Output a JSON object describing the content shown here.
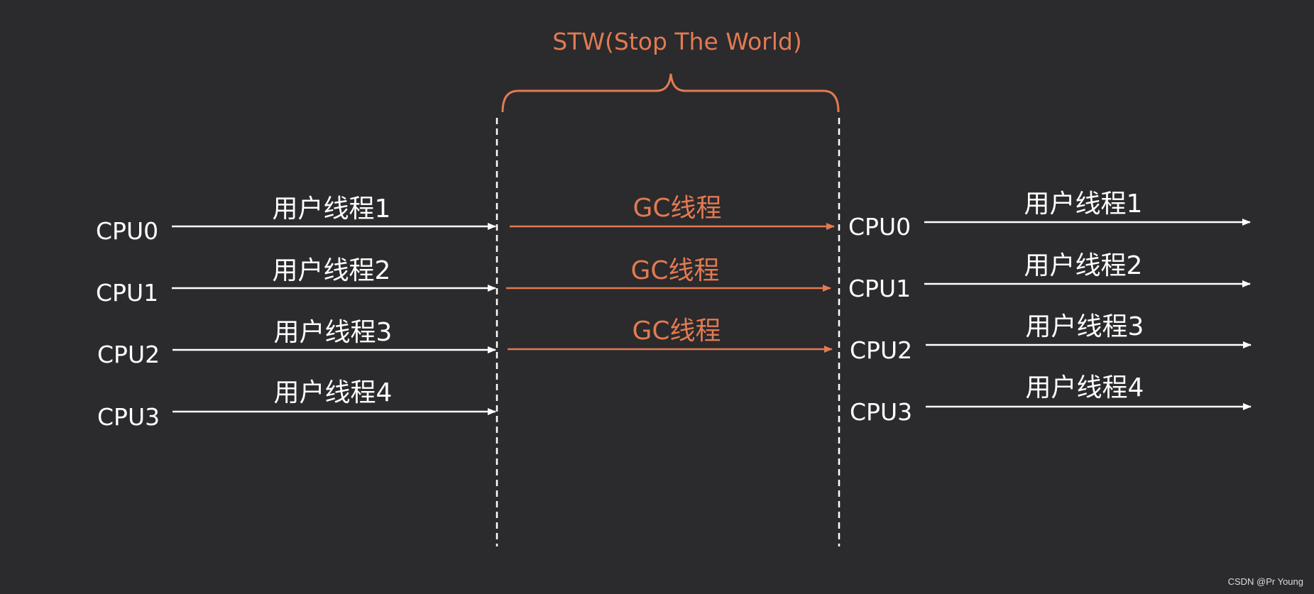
{
  "colors": {
    "background": "#2b2a2c",
    "user_thread": "#ffffff",
    "gc_thread": "#e27a52"
  },
  "stw": {
    "label": "STW(Stop The World)"
  },
  "left_rows": [
    {
      "cpu": "CPU0",
      "thread": "用户线程1"
    },
    {
      "cpu": "CPU1",
      "thread": "用户线程2"
    },
    {
      "cpu": "CPU2",
      "thread": "用户线程3"
    },
    {
      "cpu": "CPU3",
      "thread": "用户线程4"
    }
  ],
  "gc_rows": [
    {
      "label": "GC线程"
    },
    {
      "label": "GC线程"
    },
    {
      "label": "GC线程"
    }
  ],
  "right_rows": [
    {
      "cpu": "CPU0",
      "thread": "用户线程1"
    },
    {
      "cpu": "CPU1",
      "thread": "用户线程2"
    },
    {
      "cpu": "CPU2",
      "thread": "用户线程3"
    },
    {
      "cpu": "CPU3",
      "thread": "用户线程4"
    }
  ],
  "watermark": "CSDN @Pr Young"
}
